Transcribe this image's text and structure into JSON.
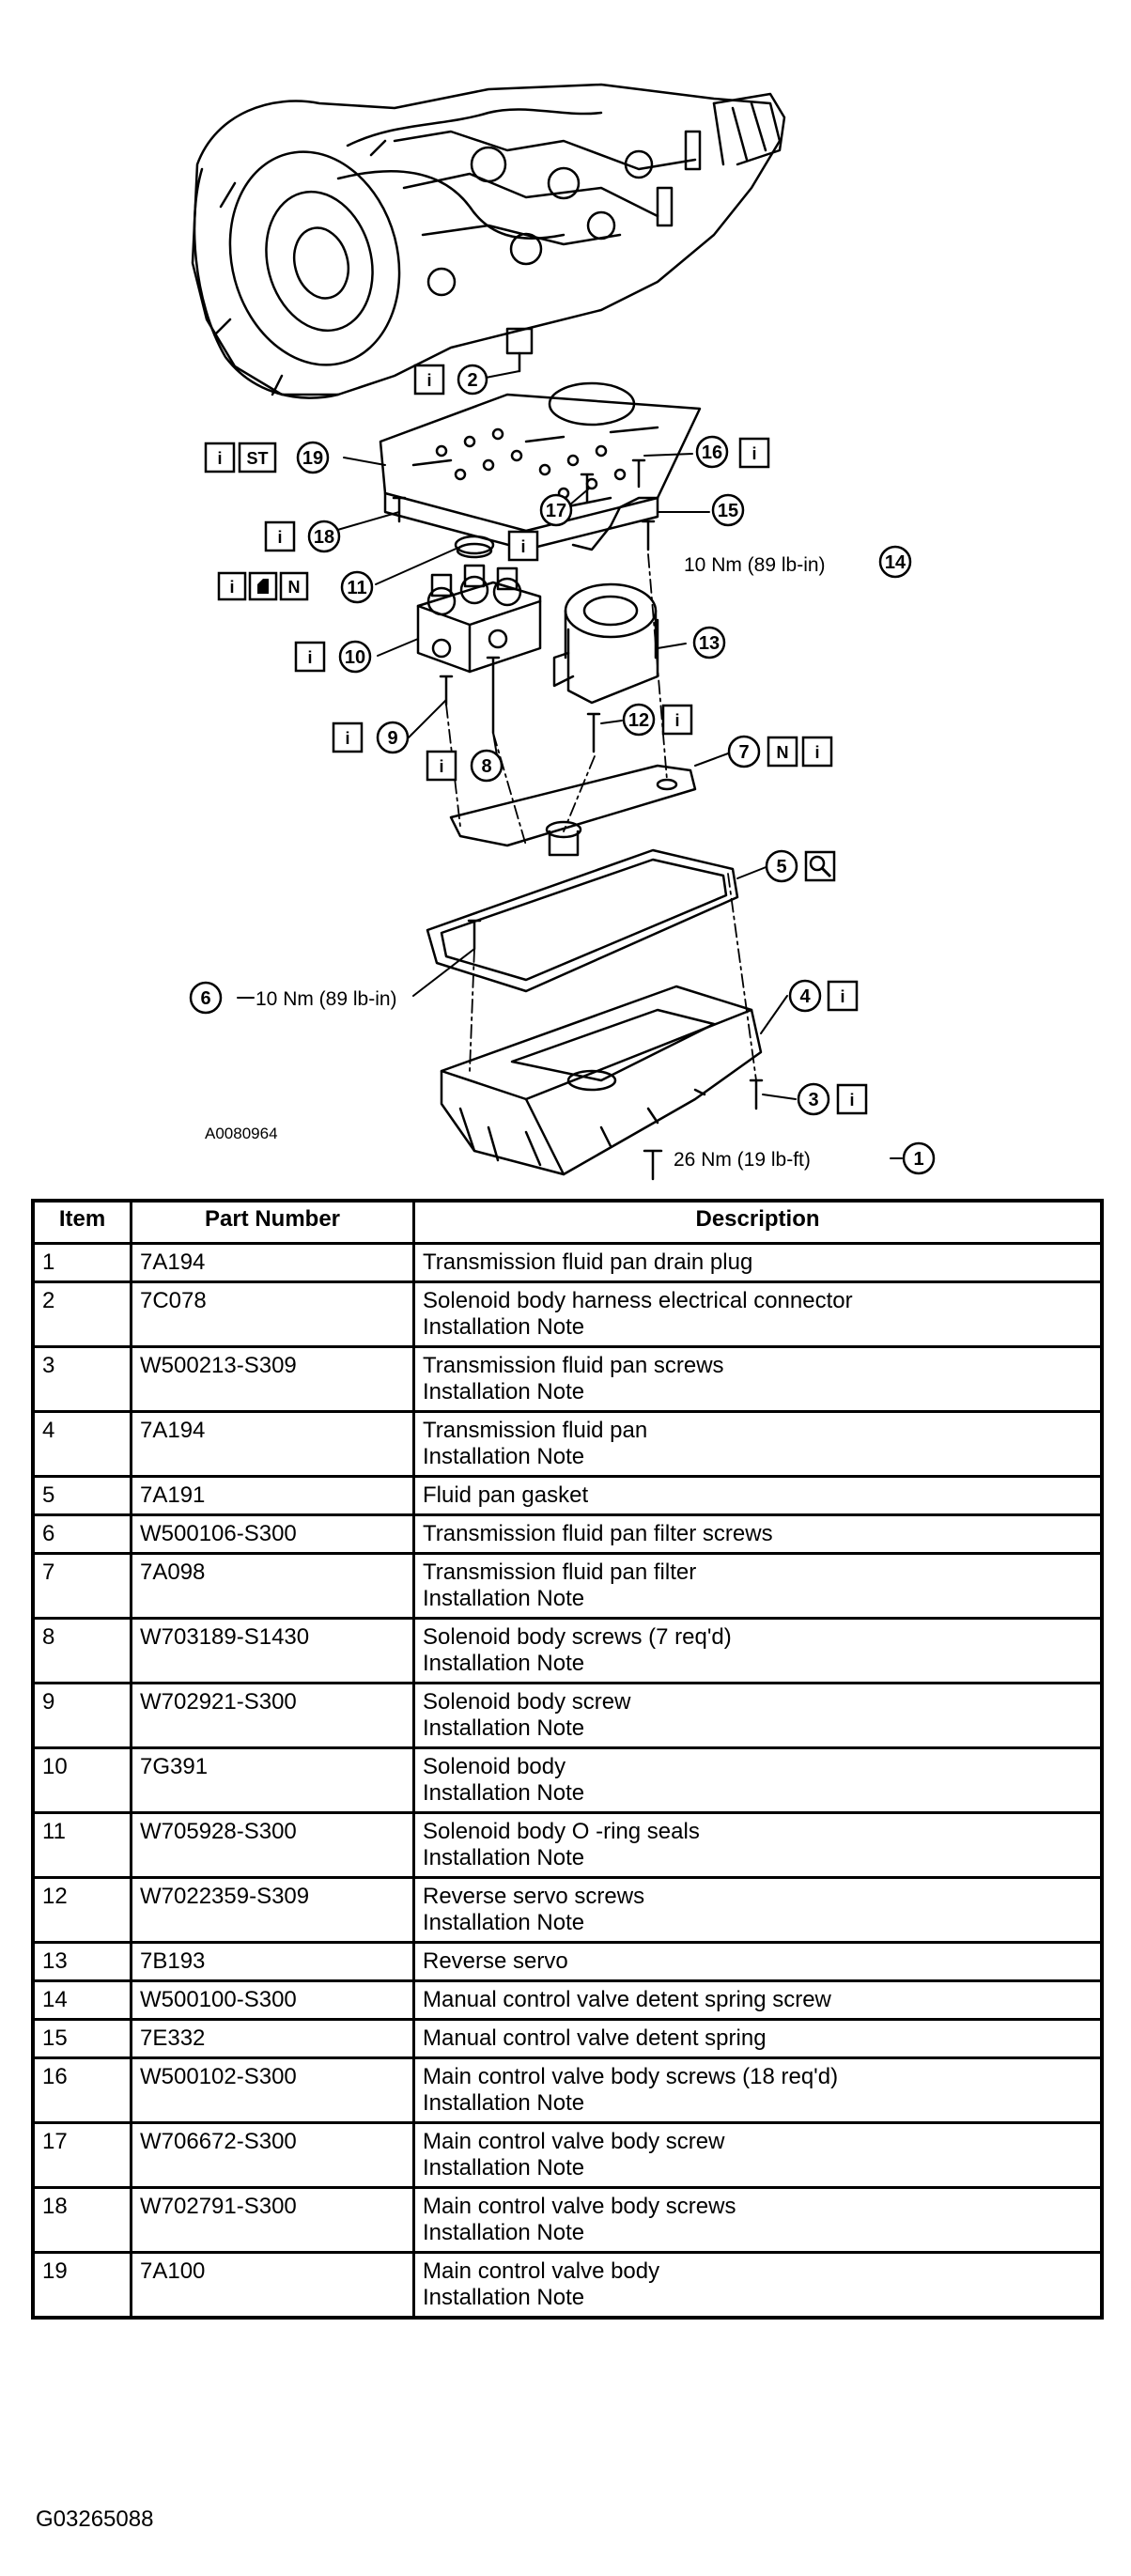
{
  "diagram": {
    "figure_code": "A0080964",
    "callouts": [
      {
        "num": "1",
        "icons": [],
        "torque": "26 Nm (19 lb-ft)"
      },
      {
        "num": "2",
        "icons": [
          "i"
        ],
        "torque": ""
      },
      {
        "num": "3",
        "icons": [
          "i"
        ],
        "torque": ""
      },
      {
        "num": "4",
        "icons": [
          "i"
        ],
        "torque": ""
      },
      {
        "num": "5",
        "icons": [
          "magnifier"
        ],
        "torque": ""
      },
      {
        "num": "6",
        "icons": [],
        "torque": "10 Nm (89 lb-in)"
      },
      {
        "num": "7",
        "icons": [
          "N",
          "i"
        ],
        "torque": ""
      },
      {
        "num": "8",
        "icons": [
          "i"
        ],
        "torque": ""
      },
      {
        "num": "9",
        "icons": [
          "i"
        ],
        "torque": ""
      },
      {
        "num": "10",
        "icons": [
          "i"
        ],
        "torque": ""
      },
      {
        "num": "11",
        "icons": [
          "i",
          "lubricant",
          "N"
        ],
        "torque": ""
      },
      {
        "num": "12",
        "icons": [
          "i"
        ],
        "torque": ""
      },
      {
        "num": "13",
        "icons": [],
        "torque": ""
      },
      {
        "num": "14",
        "icons": [],
        "torque": "10 Nm (89 lb-in)"
      },
      {
        "num": "15",
        "icons": [],
        "torque": ""
      },
      {
        "num": "16",
        "icons": [
          "i"
        ],
        "torque": ""
      },
      {
        "num": "17",
        "icons": [
          "i"
        ],
        "torque": ""
      },
      {
        "num": "18",
        "icons": [
          "i"
        ],
        "torque": ""
      },
      {
        "num": "19",
        "icons": [
          "i",
          "ST"
        ],
        "torque": ""
      }
    ],
    "icon_letters": {
      "info": "i",
      "new": "N",
      "special_tool": "ST"
    }
  },
  "table": {
    "headers": {
      "item": "Item",
      "part": "Part Number",
      "desc": "Description"
    },
    "rows": [
      {
        "item": "1",
        "part": "7A194",
        "desc": [
          "Transmission fluid pan drain plug"
        ]
      },
      {
        "item": "2",
        "part": "7C078",
        "desc": [
          "Solenoid body harness electrical connector",
          "Installation Note"
        ]
      },
      {
        "item": "3",
        "part": "W500213-S309",
        "desc": [
          "Transmission fluid pan screws",
          "Installation Note"
        ]
      },
      {
        "item": "4",
        "part": "7A194",
        "desc": [
          "Transmission fluid pan",
          "Installation Note"
        ]
      },
      {
        "item": "5",
        "part": "7A191",
        "desc": [
          "Fluid pan gasket"
        ]
      },
      {
        "item": "6",
        "part": "W500106-S300",
        "desc": [
          "Transmission fluid pan filter screws"
        ]
      },
      {
        "item": "7",
        "part": "7A098",
        "desc": [
          "Transmission fluid pan filter",
          "Installation Note"
        ]
      },
      {
        "item": "8",
        "part": "W703189-S1430",
        "desc": [
          "Solenoid body screws (7 req'd)",
          "Installation Note"
        ]
      },
      {
        "item": "9",
        "part": "W702921-S300",
        "desc": [
          "Solenoid body screw",
          "Installation Note"
        ]
      },
      {
        "item": "10",
        "part": "7G391",
        "desc": [
          "Solenoid body",
          "Installation Note"
        ]
      },
      {
        "item": "11",
        "part": "W705928-S300",
        "desc": [
          "Solenoid body O -ring seals",
          "Installation Note"
        ]
      },
      {
        "item": "12",
        "part": "W7022359-S309",
        "desc": [
          "Reverse servo screws",
          "Installation Note"
        ]
      },
      {
        "item": "13",
        "part": "7B193",
        "desc": [
          "Reverse servo"
        ]
      },
      {
        "item": "14",
        "part": "W500100-S300",
        "desc": [
          "Manual control valve detent spring screw"
        ]
      },
      {
        "item": "15",
        "part": "7E332",
        "desc": [
          "Manual control valve detent spring"
        ]
      },
      {
        "item": "16",
        "part": "W500102-S300",
        "desc": [
          "Main control valve body screws (18 req'd)",
          "Installation Note"
        ]
      },
      {
        "item": "17",
        "part": "W706672-S300",
        "desc": [
          "Main control valve body screw",
          "Installation Note"
        ]
      },
      {
        "item": "18",
        "part": "W702791-S300",
        "desc": [
          "Main control valve body screws",
          "Installation Note"
        ]
      },
      {
        "item": "19",
        "part": "7A100",
        "desc": [
          "Main control valve body",
          "Installation Note"
        ]
      }
    ]
  },
  "footer": {
    "figure_id": "G03265088"
  }
}
